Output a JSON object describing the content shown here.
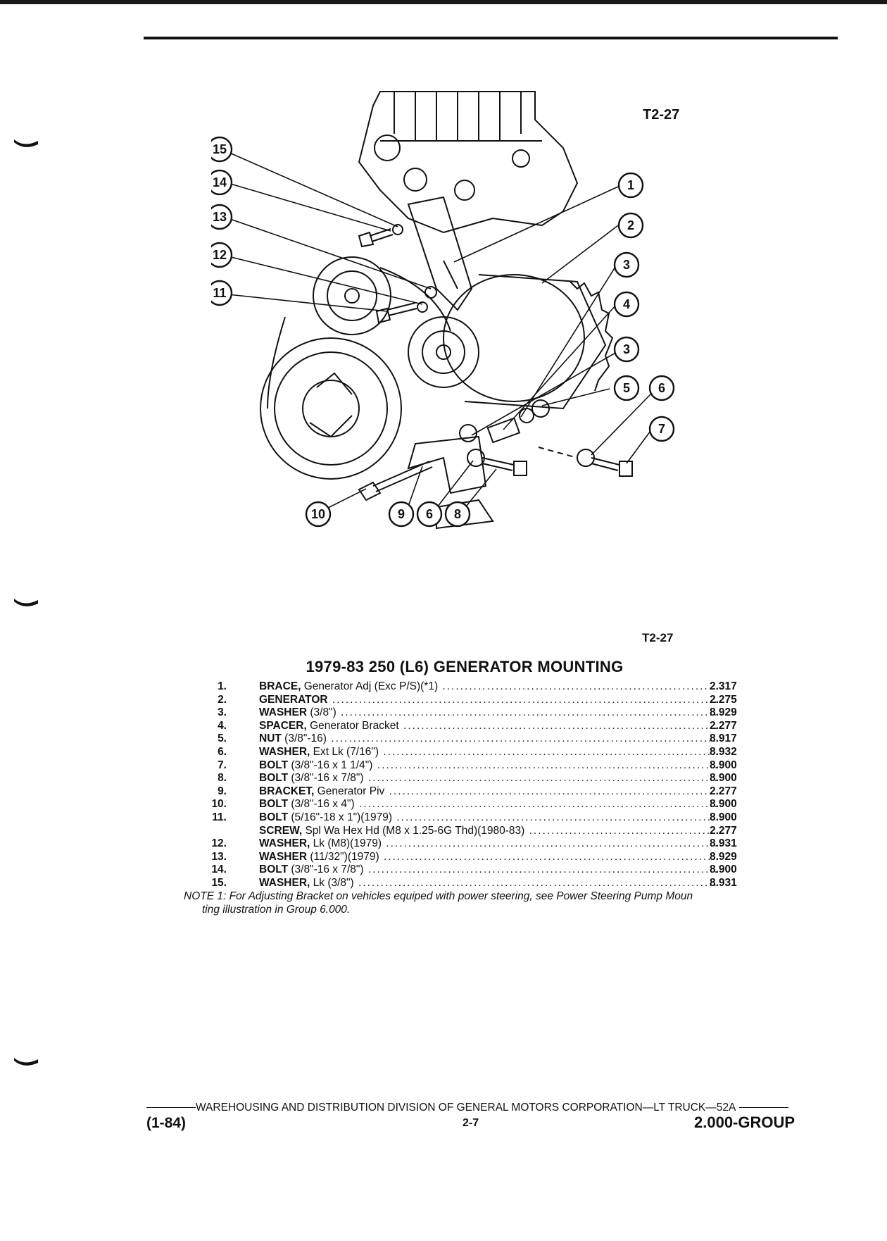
{
  "figure": {
    "ref_top": "T2-27",
    "ref_bottom": "T2-27",
    "callouts": [
      "1",
      "2",
      "3",
      "4",
      "3",
      "5",
      "6",
      "7",
      "15",
      "14",
      "13",
      "12",
      "11",
      "10",
      "9",
      "6",
      "8"
    ]
  },
  "title": {
    "prefix": "1979-83",
    "main": "250 (L6) GENERATOR MOUNTING"
  },
  "parts": [
    {
      "num": "1.",
      "name": "BRACE,",
      "detail": " Generator Adj (Exc P/S)(*1)",
      "group": "2.317"
    },
    {
      "num": "2.",
      "name": "GENERATOR",
      "detail": "",
      "group": "2.275"
    },
    {
      "num": "3.",
      "name": "WASHER",
      "detail": " (3/8\")",
      "group": "8.929"
    },
    {
      "num": "4.",
      "name": "SPACER,",
      "detail": " Generator Bracket",
      "group": "2.277"
    },
    {
      "num": "5.",
      "name": "NUT",
      "detail": " (3/8\"-16)",
      "group": "8.917"
    },
    {
      "num": "6.",
      "name": "WASHER,",
      "detail": " Ext Lk (7/16\")",
      "group": "8.932"
    },
    {
      "num": "7.",
      "name": "BOLT",
      "detail": " (3/8\"-16 x 1 1/4\")",
      "group": "8.900"
    },
    {
      "num": "8.",
      "name": "BOLT",
      "detail": " (3/8\"-16 x 7/8\")",
      "group": "8.900"
    },
    {
      "num": "9.",
      "name": "BRACKET,",
      "detail": " Generator Piv",
      "group": "2.277"
    },
    {
      "num": "10.",
      "name": "BOLT",
      "detail": " (3/8\"-16 x 4\")",
      "group": "8.900"
    },
    {
      "num": "11.",
      "name": "BOLT",
      "detail": " (5/16\"-18 x 1\")(1979)",
      "group": "8.900"
    },
    {
      "num": "",
      "name": "SCREW,",
      "detail": " Spl Wa Hex Hd (M8 x 1.25-6G Thd)(1980-83)",
      "group": "2.277"
    },
    {
      "num": "12.",
      "name": "WASHER,",
      "detail": " Lk (M8)(1979)",
      "group": "8.931"
    },
    {
      "num": "13.",
      "name": "WASHER",
      "detail": " (11/32\")(1979)",
      "group": "8.929"
    },
    {
      "num": "14.",
      "name": "BOLT",
      "detail": " (3/8\"-16 x 7/8\")",
      "group": "8.900"
    },
    {
      "num": "15.",
      "name": "WASHER,",
      "detail": " Lk (3/8\")",
      "group": "8.931"
    }
  ],
  "note": {
    "line1": "NOTE 1: For Adjusting Bracket on vehicles equiped with power steering, see Power Steering Pump Moun",
    "line2": "ting illustration in Group 6.000."
  },
  "footer": {
    "center_text": "WAREHOUSING AND DISTRIBUTION  DIVISION OF GENERAL MOTORS CORPORATION—LT TRUCK—52A",
    "date": "(1-84)",
    "page": "2-7",
    "group": "2.000-GROUP"
  }
}
